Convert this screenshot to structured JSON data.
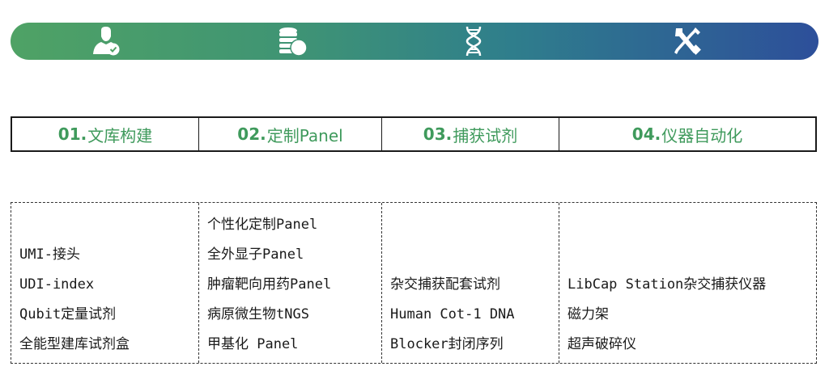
{
  "banner": {
    "icons": [
      "user-check-icon",
      "coins-icon",
      "dna-icon",
      "tools-icon"
    ],
    "colors": {
      "start": "#4fa265",
      "end": "#2d4f9a"
    }
  },
  "tabs": [
    {
      "num": "01.",
      "label": "文库构建"
    },
    {
      "num": "02.",
      "label": "定制Panel"
    },
    {
      "num": "03.",
      "label": "捕获试剂"
    },
    {
      "num": "04.",
      "label": "仪器自动化"
    }
  ],
  "columns": [
    {
      "items": [
        "UMI-接头",
        "UDI-index",
        "Qubit定量试剂",
        "全能型建库试剂盒"
      ]
    },
    {
      "items": [
        "个性化定制Panel",
        "全外显子Panel",
        "肿瘤靶向用药Panel",
        "病原微生物tNGS",
        "甲基化 Panel"
      ]
    },
    {
      "items": [
        "杂交捕获配套试剂",
        "Human Cot-1 DNA",
        "Blocker封闭序列"
      ]
    },
    {
      "items": [
        "LibCap Station杂交捕获仪器",
        "磁力架",
        "超声破碎仪"
      ]
    }
  ]
}
